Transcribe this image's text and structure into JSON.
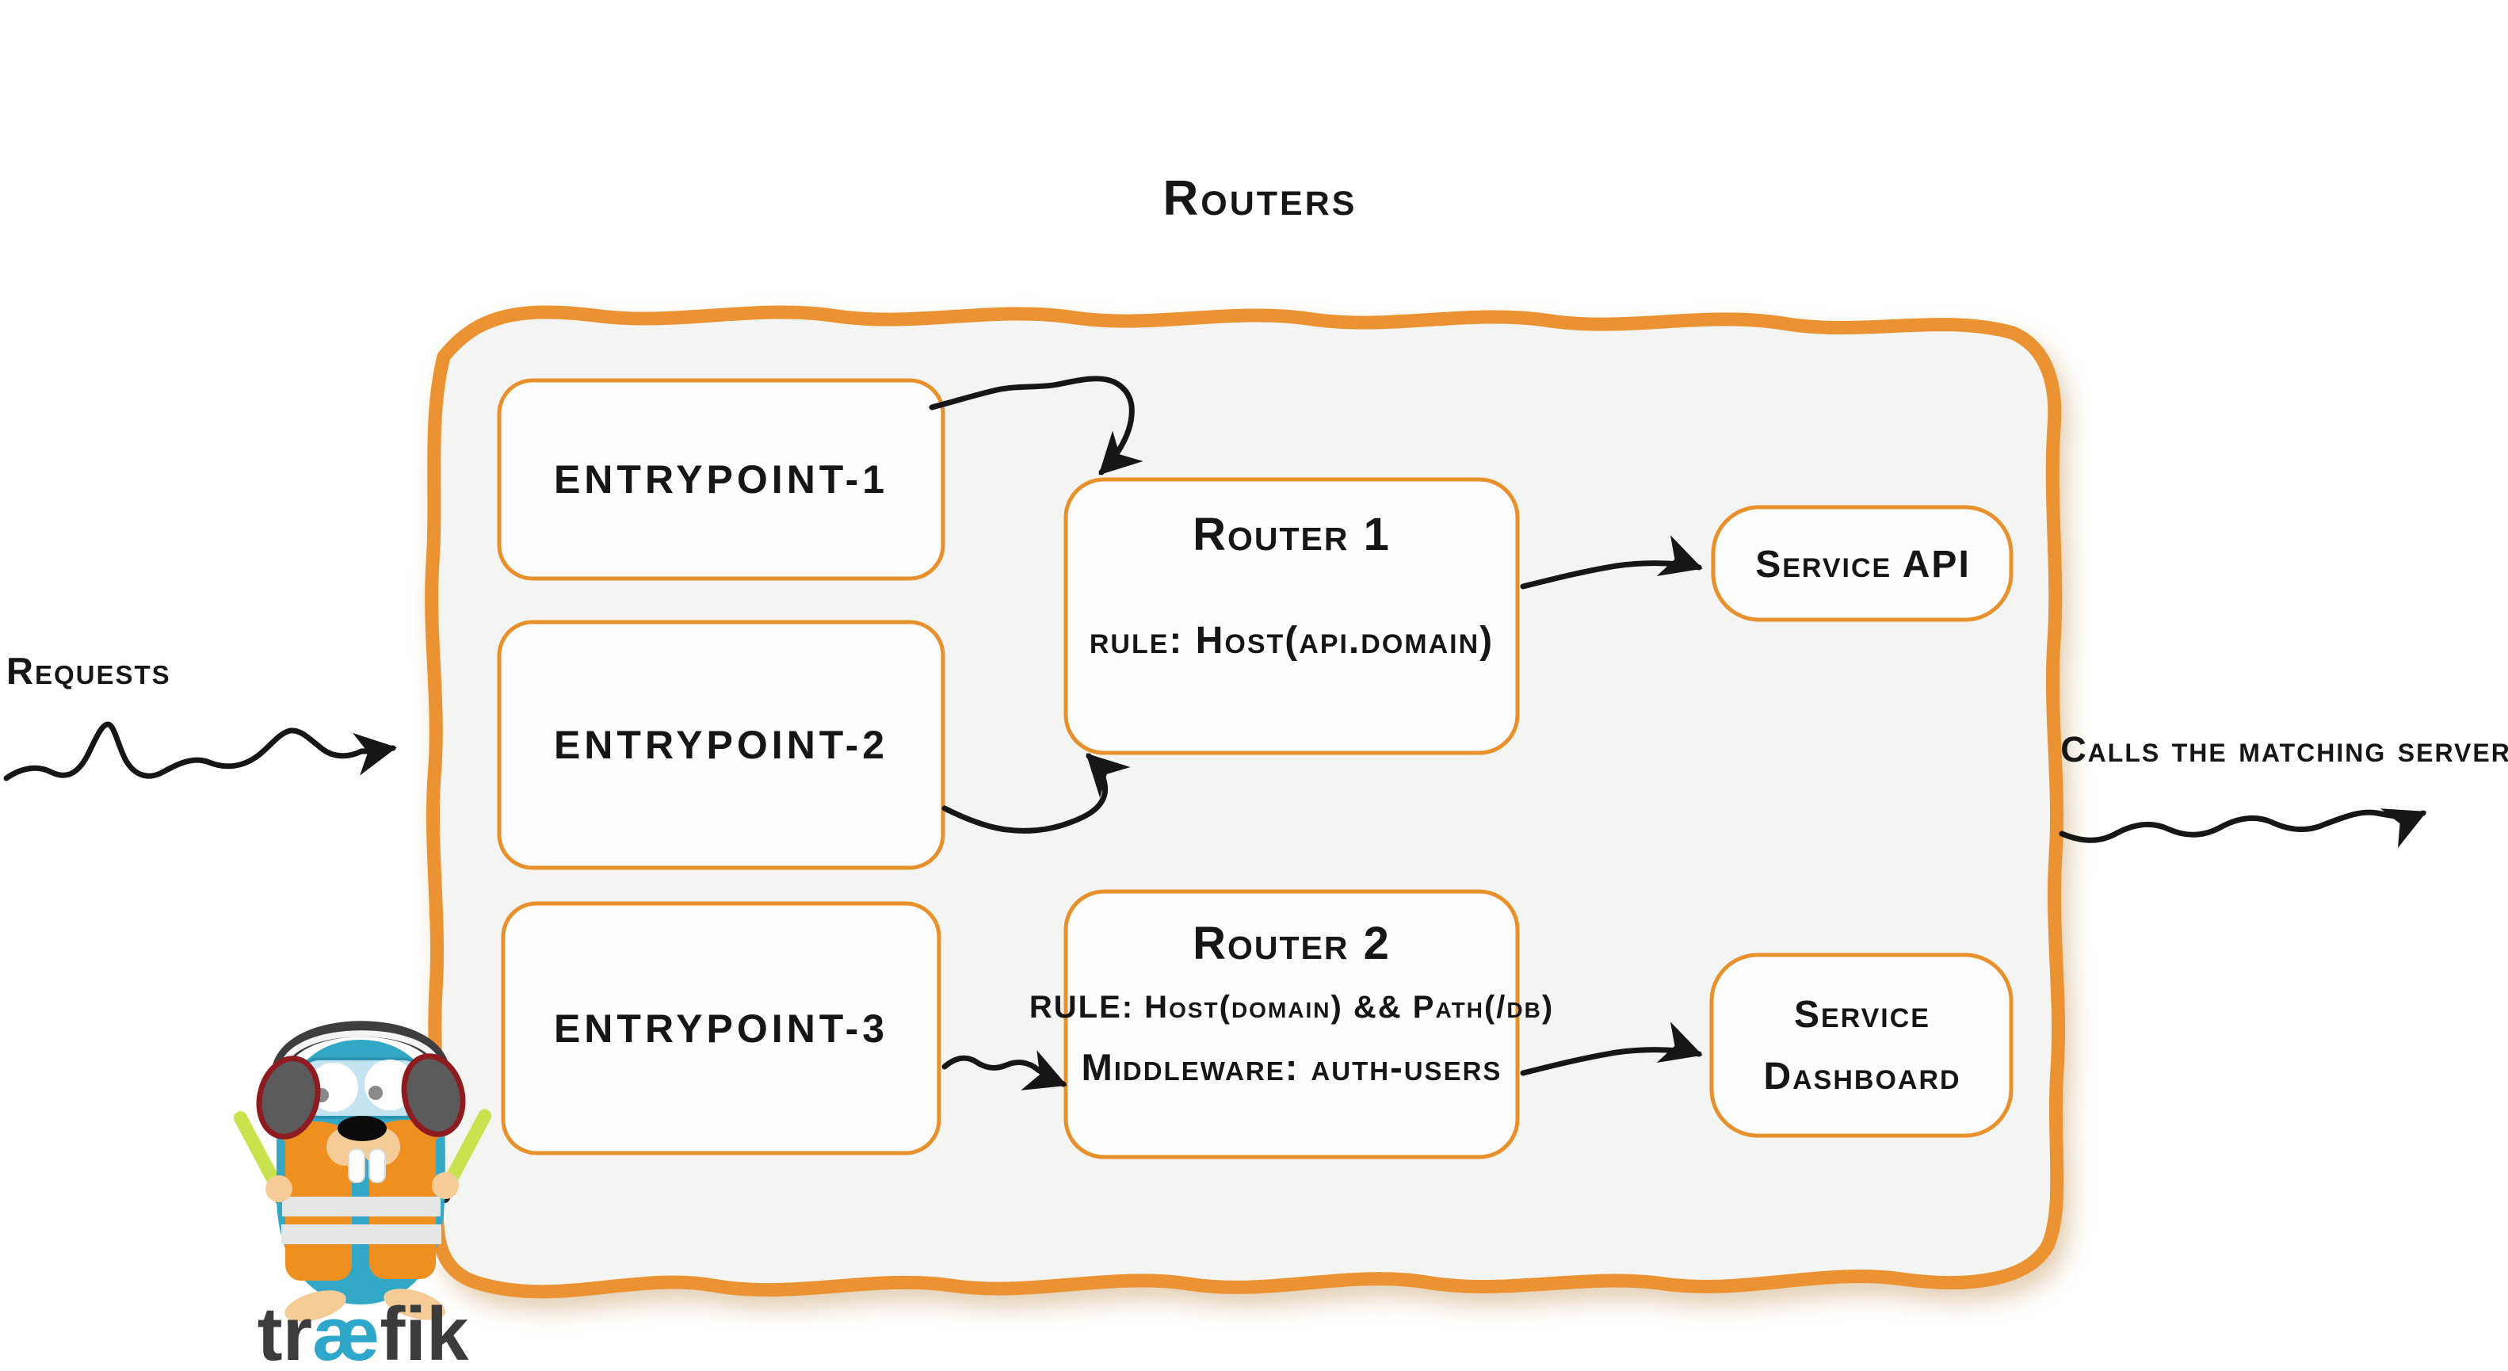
{
  "title": "Routers",
  "flow": {
    "requests_label": "Requests",
    "calls_label": "Calls the matching server"
  },
  "entrypoints": [
    {
      "label": "entrypoint-1"
    },
    {
      "label": "entrypoint-2"
    },
    {
      "label": "entrypoint-3"
    }
  ],
  "routers": [
    {
      "name": "Router 1",
      "rule": "rule: Host(api.domain)"
    },
    {
      "name": "Router 2",
      "rule": "RULE: Host(domain) && Path(/db)",
      "middleware": "Middleware: auth-users"
    }
  ],
  "services": {
    "api": "Service API",
    "dashboard": {
      "line1": "Service",
      "line2": "Dashboard"
    }
  },
  "logo": {
    "prefix": "tr",
    "ligature": "æ",
    "suffix": "fik"
  },
  "colors": {
    "container_border": "#EB9332",
    "box_border": "#E8912C",
    "container_fill": "#F4F4F3",
    "ink": "#161616",
    "gopher_teal": "#32A8C6",
    "vest_orange": "#EF8F1F",
    "glow_stick_green": "#C9E34F",
    "wordmark_gray": "#3B3B3B",
    "wordmark_teal": "#2EA7CA"
  }
}
